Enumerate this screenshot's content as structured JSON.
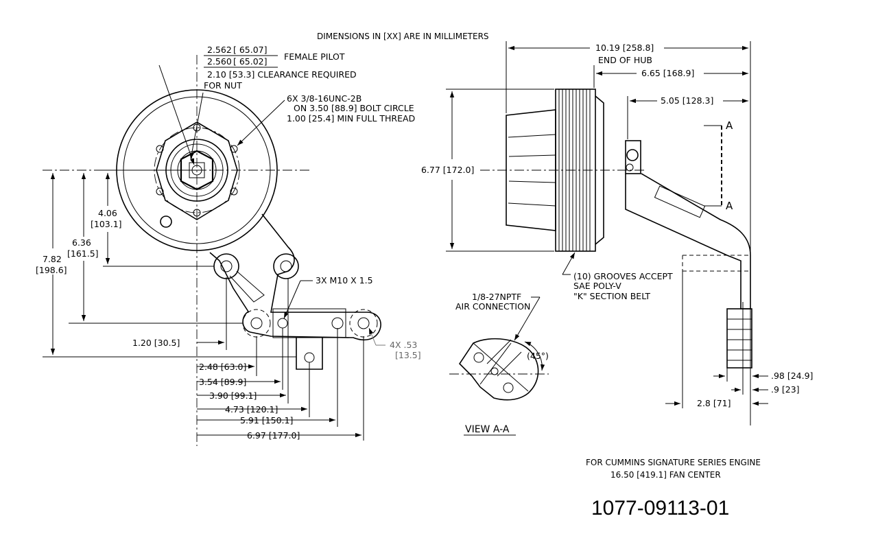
{
  "header": {
    "units_note": "DIMENSIONS IN [XX] ARE IN MILLIMETERS"
  },
  "left_view": {
    "pilot_upper": "2.562",
    "pilot_upper_mm": "[ 65.07]",
    "pilot_lower": "2.560",
    "pilot_lower_mm": "[ 65.02]",
    "pilot_label": "FEMALE PILOT",
    "clearance_line1": "2.10 [53.3] CLEARANCE REQUIRED",
    "clearance_line2": "FOR NUT",
    "bolt_line1": "6X 3/8-16UNC-2B",
    "bolt_line2": "ON 3.50 [88.9] BOLT CIRCLE",
    "bolt_line3": "1.00 [25.4] MIN FULL THREAD",
    "metric_holes": "3X M10 X 1.5",
    "slots": "4X .53",
    "slots_mm": "[13.5]",
    "vert_dim_1_in": "4.06",
    "vert_dim_1_mm": "[103.1]",
    "vert_dim_2_in": "6.36",
    "vert_dim_2_mm": "[161.5]",
    "vert_dim_3_in": "7.82",
    "vert_dim_3_mm": "[198.6]",
    "h_dim_1": "1.20 [30.5]",
    "h_dim_2": "2.48 [63.0]",
    "h_dim_3": "3.54 [89.9]",
    "h_dim_4": "3.90 [99.1]",
    "h_dim_5": "4.73 [120.1]",
    "h_dim_6": "5.91 [150.1]",
    "h_dim_7": "6.97 [177.0]"
  },
  "section_view": {
    "air_line1": "1/8-27NPTF",
    "air_line2": "AIR CONNECTION",
    "angle": "(45°)",
    "view_label": "VIEW A-A"
  },
  "side_view": {
    "overall": "10.19 [258.8]",
    "end_of_hub": "END OF HUB",
    "hub_dim": "6.65 [168.9]",
    "pivot_dim": "5.05 [128.3]",
    "section_mark_top": "A",
    "section_mark_bottom": "A",
    "diameter": "6.77 [172.0]",
    "grooves_line1": "(10) GROOVES ACCEPT",
    "grooves_line2": "SAE POLY-V",
    "grooves_line3": "\"K\" SECTION BELT",
    "d_98": ".98 [24.9]",
    "d_9": ".9 [23]",
    "d_28": "2.8 [71]"
  },
  "footer": {
    "engine_line1": "FOR CUMMINS SIGNATURE SERIES ENGINE",
    "engine_line2": "16.50 [419.1] FAN CENTER",
    "part_number": "1077-09113-01"
  }
}
